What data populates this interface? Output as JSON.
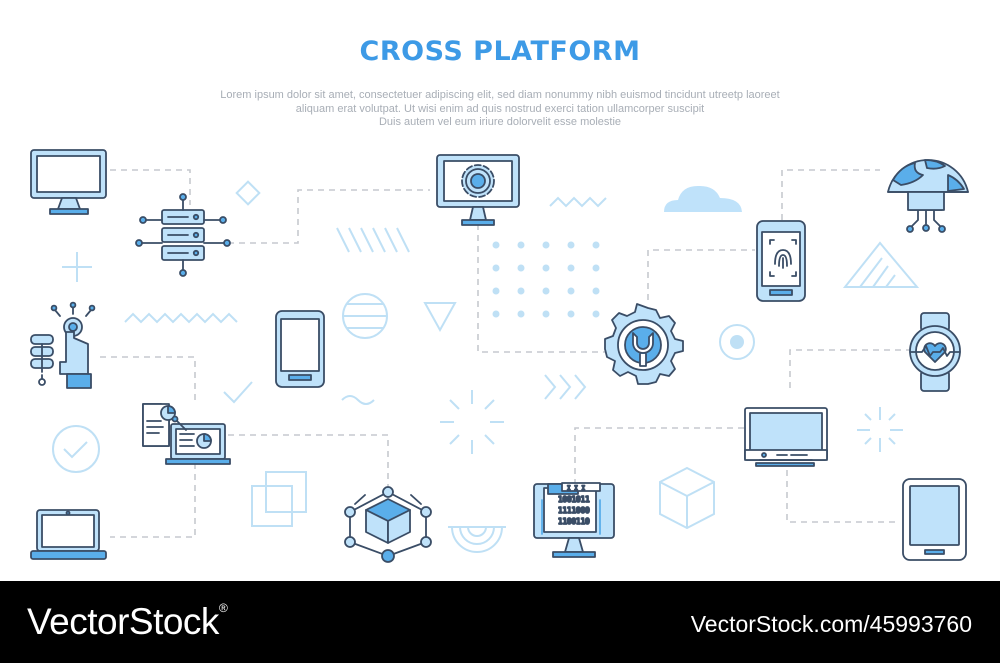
{
  "header": {
    "title": "CROSS PLATFORM",
    "subtitle_lines": [
      "Lorem ipsum dolor sit amet, consectetuer adipiscing elit, sed diam nonummy nibh euismod tincidunt utreetp laoreet",
      "aliquam erat volutpat. Ut wisi enim ad  quis nostrud exerci tation ullamcorper suscipit",
      "Duis autem vel eum iriure dolorvelit esse molestie"
    ]
  },
  "illustration": {
    "chip_label": "I I I",
    "binary_lines": [
      "1001011",
      "1111000",
      "1100110"
    ]
  },
  "footer": {
    "brand": "VectorStock",
    "brand_mark": "®",
    "image_id": "VectorStock.com/45993760"
  },
  "colors": {
    "title": "#3d9ae6",
    "subtitle": "#a8aeb6",
    "fill": "#bfe2fa",
    "fill_strong": "#5aaeea",
    "stroke": "#3a4d66",
    "dash": "#c6c9cf",
    "decor": "#bfe0f5",
    "footer_bg": "#000000",
    "footer_text": "#ffffff"
  },
  "icons": [
    "desktop-monitor-icon",
    "server-network-icon",
    "settings-monitor-icon",
    "cloud-icon",
    "fingerprint-phone-icon",
    "globe-network-icon",
    "robot-hand-icon",
    "smartphone-icon",
    "gear-wrench-icon",
    "smartwatch-icon",
    "presentation-laptop-icon",
    "cube-network-icon",
    "code-computer-icon",
    "tv-monitor-icon",
    "laptop-icon",
    "tablet-icon"
  ]
}
